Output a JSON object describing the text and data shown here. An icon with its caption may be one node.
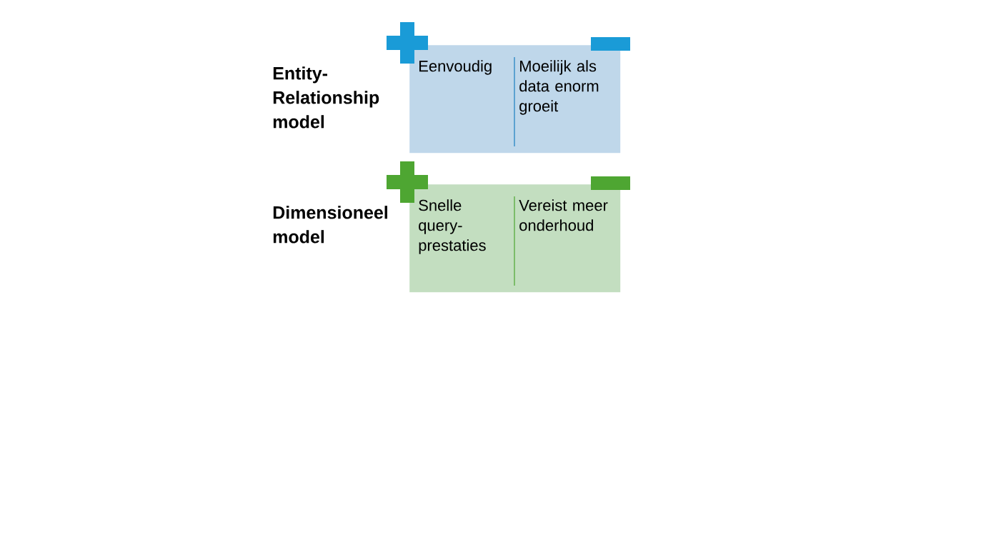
{
  "diagram": {
    "nodes": [
      {
        "text": [
          "Eenvoudig",
          "Moeilijk als data enorm groeit"
        ],
        "beside": [
          "Entity-Relationship model"
        ]
      },
      {
        "text": [
          "Snelle query-prestaties",
          "Vereist meer onderhoud"
        ],
        "beside": [
          "Dimensioneel model"
        ]
      }
    ]
  }
}
